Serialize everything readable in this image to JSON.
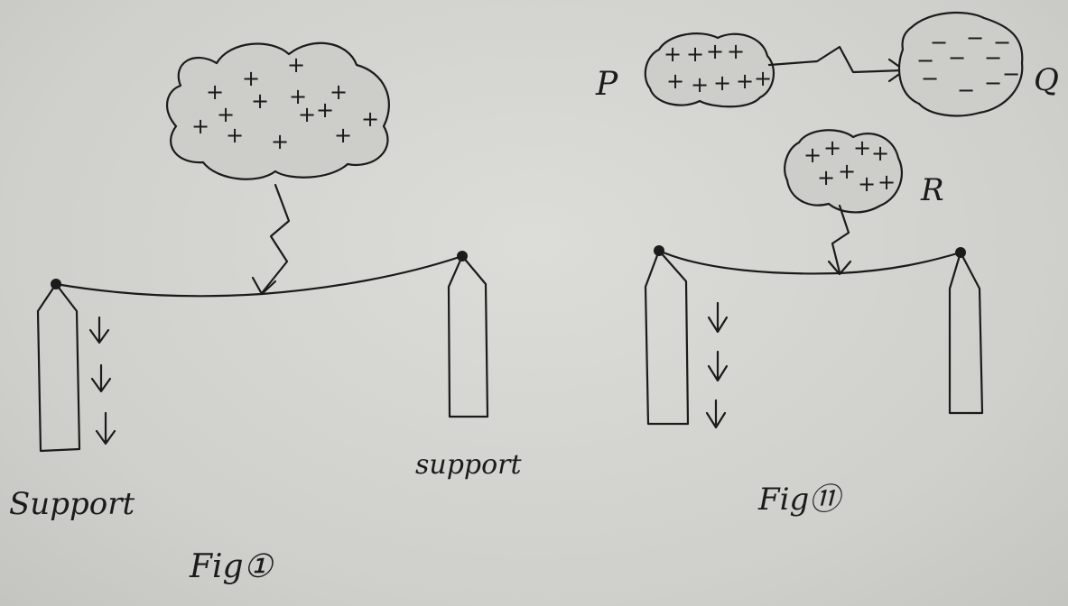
{
  "figure1": {
    "caption": "Fig①",
    "left_support_label": "Support",
    "right_support_label": "support",
    "cloud_charge_sign": "+"
  },
  "figure2": {
    "caption": "Fig⑪",
    "cloud_p_label": "P",
    "cloud_q_label": "Q",
    "cloud_r_label": "R",
    "cloud_p_charge_sign": "+",
    "cloud_q_charge_sign": "−",
    "cloud_r_charge_sign": "+"
  },
  "colors": {
    "ink": "#1b1b1b",
    "paper": "#d4d4d0"
  }
}
